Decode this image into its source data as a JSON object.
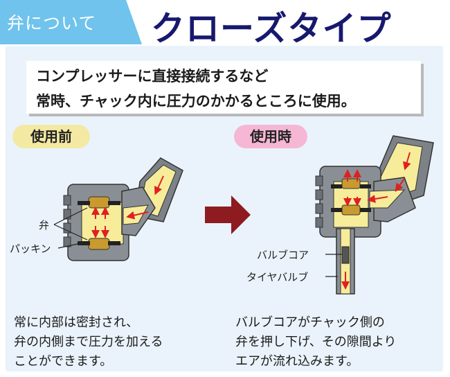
{
  "header": {
    "tag": "弁について",
    "title": "クローズタイプ"
  },
  "banner": {
    "line1": "コンプレッサーに直接接続するなど",
    "line2": "常時、チャック内に圧力のかかるところに使用。"
  },
  "before": {
    "pill": "使用前",
    "label_valve": "弁",
    "label_packing": "パッキン",
    "desc": [
      "常に内部は密封され、",
      "弁の内側まで圧力を加える",
      "ことができます。"
    ]
  },
  "during": {
    "pill": "使用時",
    "label_core": "バルブコア",
    "label_tire_valve": "タイヤバルブ",
    "desc": [
      "バルブコアがチャック側の",
      "弁を押し下げ、その隙間より",
      "エアが流れ込みます。"
    ]
  },
  "colors": {
    "title": "#17196e",
    "tag": "#6fc3ec",
    "panel": "#eaf3fb",
    "body_gray": "#8a8f95",
    "air_yellow": "#f6ec9a",
    "arrow_red": "#e02020",
    "big_arrow": "#8e1b1f",
    "brass": "#c99a2e"
  }
}
